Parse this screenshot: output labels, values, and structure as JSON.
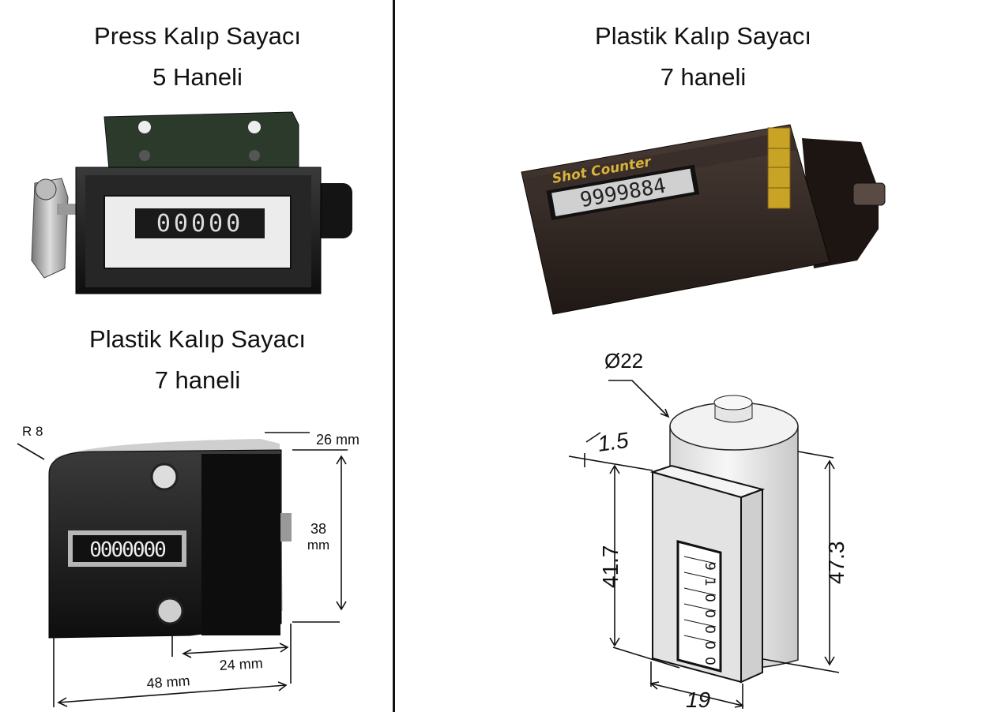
{
  "left_top": {
    "line1": "Press Kalıp Sayacı",
    "line2": "5 Haneli",
    "display": "00000"
  },
  "right_top": {
    "line1": "Plastik Kalıp Sayacı",
    "line2": "7 haneli",
    "brand": "Shot Counter",
    "display": "9999884"
  },
  "left_bottom": {
    "line1": "Plastik Kalıp Sayacı",
    "line2": "7 haneli",
    "display": "0000000",
    "radius_label": "R 8",
    "depth_label": "26 mm",
    "height_value": "38",
    "height_unit": "mm",
    "inner_width_label": "24 mm",
    "width_label": "48 mm"
  },
  "right_bottom": {
    "diameter_label": "Ø22",
    "wall_label": "1.5",
    "front_height_label": "41.7",
    "total_height_label": "47.3",
    "width_label": "19",
    "wheel_digits": [
      "9",
      "1",
      "0",
      "0",
      "0",
      "0",
      "0"
    ]
  }
}
